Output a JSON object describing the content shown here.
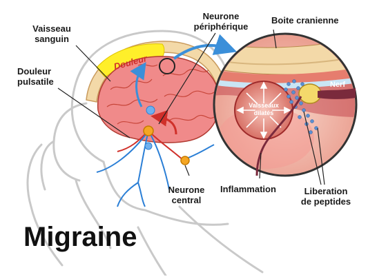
{
  "title": "Migraine",
  "labels": {
    "vaisseau_sanguin": [
      "Vaisseau",
      "sanguin"
    ],
    "douleur_pulsatile": [
      "Douleur",
      "pulsatile"
    ],
    "neurone_peripherique": [
      "Neurone",
      "périphérique"
    ],
    "boite_cranienne": "Boite cranienne",
    "douleur": "Douleur",
    "vaisseaux_dilates": [
      "Vaisseaux",
      "dilatés"
    ],
    "nerf": "Nerf",
    "neurone_central": [
      "Neurone",
      "central"
    ],
    "inflammation": "Inflammation",
    "liberation_peptides": [
      "Liberation",
      "de peptides"
    ]
  },
  "colors": {
    "brain": "#f08a8a",
    "brain_dark": "#c0392b",
    "skull": "#f3d9a8",
    "pain_band": "#ffef2a",
    "nerve_blue": "#2b7fd6",
    "arrow_blue": "#3b8fd9",
    "zoom_fill": "#f2b8a8",
    "nerf_yellow": "#f4d96b",
    "neuron_orange": "#f5a623"
  }
}
